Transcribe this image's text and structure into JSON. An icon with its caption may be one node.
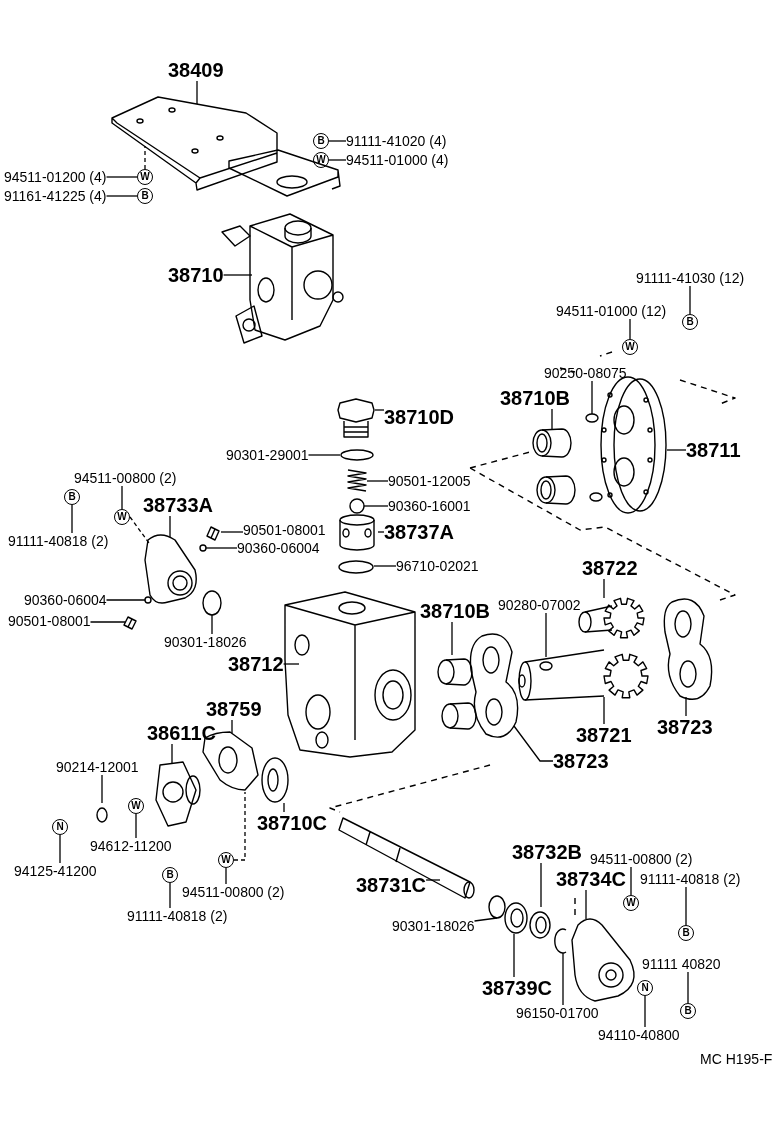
{
  "diagram": {
    "nodes": [
      {
        "text": [
          "38409"
        ]
      },
      {
        "text": [
          "B"
        ]
      },
      {
        "text": [
          "91111-41020 (4)"
        ]
      },
      {
        "text": [
          "W"
        ]
      },
      {
        "text": [
          "94511-01000 (4)"
        ]
      },
      {
        "text": [
          "94511-01200 (4)"
        ]
      },
      {
        "text": [
          "W"
        ]
      },
      {
        "text": [
          "91161-41225 (4)"
        ]
      },
      {
        "text": [
          "B"
        ]
      },
      {
        "text": [
          "38710"
        ]
      },
      {
        "text": [
          "91111-41030 (12)"
        ]
      },
      {
        "text": [
          "B"
        ]
      },
      {
        "text": [
          "94511-01000 (12)"
        ]
      },
      {
        "text": [
          "W"
        ]
      },
      {
        "text": [
          "90250-08075"
        ]
      },
      {
        "text": [
          "38710B"
        ]
      },
      {
        "text": [
          "38710D"
        ]
      },
      {
        "text": [
          "38711"
        ]
      },
      {
        "text": [
          "90301-29001"
        ]
      },
      {
        "text": [
          "90501-12005"
        ]
      },
      {
        "text": [
          "94511-00800 (2)"
        ]
      },
      {
        "text": [
          "W"
        ]
      },
      {
        "text": [
          "B"
        ]
      },
      {
        "text": [
          "91111-40818 (2)"
        ]
      },
      {
        "text": [
          "38733A"
        ]
      },
      {
        "text": [
          "90360-16001"
        ]
      },
      {
        "text": [
          "90501-08001"
        ]
      },
      {
        "text": [
          "38737A"
        ]
      },
      {
        "text": [
          "90360-06004"
        ]
      },
      {
        "text": [
          "96710-02021"
        ]
      },
      {
        "text": [
          "38722"
        ]
      },
      {
        "text": [
          "90360-06004"
        ]
      },
      {
        "text": [
          "38710B"
        ]
      },
      {
        "text": [
          "90280-07002"
        ]
      },
      {
        "text": [
          "90501-08001"
        ]
      },
      {
        "text": [
          "90301-18026"
        ]
      },
      {
        "text": [
          "38712"
        ]
      },
      {
        "text": [
          "38723"
        ]
      },
      {
        "text": [
          "38759"
        ]
      },
      {
        "text": [
          "38611C"
        ]
      },
      {
        "text": [
          "38721"
        ]
      },
      {
        "text": [
          "90214-12001"
        ]
      },
      {
        "text": [
          "38723"
        ]
      },
      {
        "text": [
          "38710C"
        ]
      },
      {
        "text": [
          "W"
        ]
      },
      {
        "text": [
          "94612-11200"
        ]
      },
      {
        "text": [
          "N"
        ]
      },
      {
        "text": [
          "94125-41200"
        ]
      },
      {
        "text": [
          "W"
        ]
      },
      {
        "text": [
          "94511-00800 (2)"
        ]
      },
      {
        "text": [
          "B"
        ]
      },
      {
        "text": [
          "91111-40818 (2)"
        ]
      },
      {
        "text": [
          "38732B"
        ]
      },
      {
        "text": [
          "94511-00800 (2)"
        ]
      },
      {
        "text": [
          "W"
        ]
      },
      {
        "text": [
          "38734C"
        ]
      },
      {
        "text": [
          "91111-40818 (2)"
        ]
      },
      {
        "text": [
          "B"
        ]
      },
      {
        "text": [
          "38731C"
        ]
      },
      {
        "text": [
          "90301-18026"
        ]
      },
      {
        "text": [
          "91111 40820"
        ]
      },
      {
        "text": [
          "B"
        ]
      },
      {
        "text": [
          "38739C"
        ]
      },
      {
        "text": [
          "N"
        ]
      },
      {
        "text": [
          "94110-40800"
        ]
      },
      {
        "text": [
          "96150-01700"
        ]
      },
      {
        "text": [],
        "shape": "circle"
      },
      {
        "text": [],
        "shape": "circle"
      },
      {
        "text": [],
        "shape": "circle"
      },
      {
        "text": [],
        "shape": "ring"
      },
      {
        "text": [],
        "shape": "ring"
      },
      {
        "text": [],
        "shape": "cylinder"
      },
      {
        "text": [],
        "shape": "pin"
      }
    ],
    "edges": [
      {
        "from": 0,
        "to": null,
        "arrow": "none"
      },
      {
        "from": 2,
        "to": 1,
        "arrow": "none"
      },
      {
        "from": 4,
        "to": 3,
        "arrow": "none"
      },
      {
        "from": 5,
        "to": 6,
        "arrow": "none"
      },
      {
        "from": 7,
        "to": 8,
        "arrow": "none"
      },
      {
        "from": 6,
        "to": null,
        "arrow": "none",
        "style": "dashed"
      },
      {
        "from": 9,
        "to": null,
        "arrow": "none"
      },
      {
        "from": 10,
        "to": 11,
        "arrow": "none"
      },
      {
        "from": 12,
        "to": 13,
        "arrow": "none"
      },
      {
        "from": 14,
        "to": 72,
        "arrow": "none"
      },
      {
        "from": 15,
        "to": 71,
        "arrow": "none"
      },
      {
        "from": 16,
        "to": null,
        "arrow": "none"
      },
      {
        "from": 17,
        "to": null,
        "arrow": "none"
      },
      {
        "from": 18,
        "to": null,
        "arrow": "none"
      },
      {
        "from": 19,
        "to": null,
        "arrow": "none"
      },
      {
        "from": 20,
        "to": 21,
        "arrow": "none"
      },
      {
        "from": 23,
        "to": 22,
        "arrow": "none"
      },
      {
        "from": 24,
        "to": null,
        "arrow": "none"
      },
      {
        "from": 21,
        "to": null,
        "arrow": "none",
        "style": "dashed"
      },
      {
        "from": 25,
        "to": 66,
        "arrow": "none"
      },
      {
        "from": 26,
        "to": null,
        "arrow": "none"
      },
      {
        "from": 27,
        "to": null,
        "arrow": "none"
      },
      {
        "from": 28,
        "to": 67,
        "arrow": "none"
      },
      {
        "from": 29,
        "to": null,
        "arrow": "none"
      },
      {
        "from": 30,
        "to": null,
        "arrow": "none"
      },
      {
        "from": 31,
        "to": 68,
        "arrow": "none"
      },
      {
        "from": 32,
        "to": null,
        "arrow": "none"
      },
      {
        "from": 33,
        "to": null,
        "arrow": "none"
      },
      {
        "from": 34,
        "to": null,
        "arrow": "none"
      },
      {
        "from": 35,
        "to": 69,
        "arrow": "none"
      },
      {
        "from": 36,
        "to": null,
        "arrow": "none"
      },
      {
        "from": 37,
        "to": null,
        "arrow": "none"
      },
      {
        "from": 38,
        "to": null,
        "arrow": "none"
      },
      {
        "from": 39,
        "to": null,
        "arrow": "none"
      },
      {
        "from": 40,
        "to": null,
        "arrow": "none"
      },
      {
        "from": 41,
        "to": null,
        "arrow": "none"
      },
      {
        "from": 42,
        "to": null,
        "arrow": "none"
      },
      {
        "from": 43,
        "to": null,
        "arrow": "none"
      },
      {
        "from": 45,
        "to": 44,
        "arrow": "none"
      },
      {
        "from": 47,
        "to": 46,
        "arrow": "none"
      },
      {
        "from": 49,
        "to": 48,
        "arrow": "none"
      },
      {
        "from": 48,
        "to": null,
        "arrow": "none",
        "style": "dashed"
      },
      {
        "from": 51,
        "to": 50,
        "arrow": "none"
      },
      {
        "from": 52,
        "to": null,
        "arrow": "none"
      },
      {
        "from": 53,
        "to": 54,
        "arrow": "none"
      },
      {
        "from": 55,
        "to": null,
        "arrow": "none"
      },
      {
        "from": 56,
        "to": 57,
        "arrow": "none"
      },
      {
        "from": 58,
        "to": null,
        "arrow": "none"
      },
      {
        "from": 59,
        "to": 70,
        "arrow": "none"
      },
      {
        "from": 60,
        "to": 61,
        "arrow": "none"
      },
      {
        "from": 62,
        "to": null,
        "arrow": "none"
      },
      {
        "from": 64,
        "to": 63,
        "arrow": "none"
      },
      {
        "from": 65,
        "to": null,
        "arrow": "none"
      }
    ],
    "labels": [
      "MC H195-F"
    ]
  }
}
